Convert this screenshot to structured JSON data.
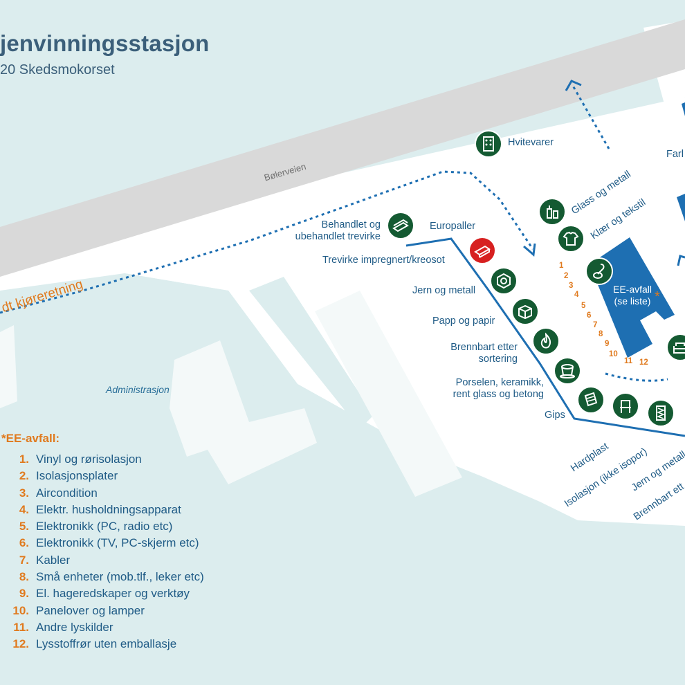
{
  "header": {
    "title": "jenvinningsstasjon",
    "subtitle": "20 Skedsmokorset"
  },
  "road": {
    "name": "Bølerveien"
  },
  "direction": {
    "label": "dt kjøreretning"
  },
  "buildings": {
    "administration": "Administrasjon",
    "ee_building": "EE-avfall\n(se liste)",
    "ee_star": "*"
  },
  "stations": {
    "hvitevarer": "Hvitevarer",
    "behandlet": "Behandlet og\nubehandlet trevirke",
    "europaller": "Europaller",
    "trevirke_impregnert": "Trevirke impregnert/kreosot",
    "jern_metall": "Jern og metall",
    "papp": "Papp og papir",
    "brennbart": "Brennbart etter\nsortering",
    "porselen": "Porselen, keramikk,\nrent glass og betong",
    "gips": "Gips",
    "glass_metall": "Glass og metall",
    "klaer": "Klær og tekstil",
    "farlig": "Farl",
    "hardplast": "Hardplast",
    "isolasjon": "Isolasjon (ikke isopor)",
    "jern_metall_2": "Jern og metall",
    "brennbart_2": "Brennbart ett"
  },
  "numbers": [
    "1",
    "2",
    "3",
    "4",
    "5",
    "6",
    "7",
    "8",
    "9",
    "10",
    "11",
    "12"
  ],
  "legend": {
    "star": "*",
    "title": "EE-avfall:",
    "items": [
      {
        "n": "1.",
        "text": "Vinyl og rørisolasjon"
      },
      {
        "n": "2.",
        "text": "Isolasjonsplater"
      },
      {
        "n": "3.",
        "text": "Aircondition"
      },
      {
        "n": "4.",
        "text": "Elektr. husholdningsapparat"
      },
      {
        "n": "5.",
        "text": "Elektronikk (PC, radio etc)"
      },
      {
        "n": "6.",
        "text": "Elektronikk (TV, PC-skjerm etc)"
      },
      {
        "n": "7.",
        "text": "Kabler"
      },
      {
        "n": "8.",
        "text": "Små enheter (mob.tlf., leker etc)"
      },
      {
        "n": "9.",
        "text": "El. hageredskaper og verktøy"
      },
      {
        "n": "10.",
        "text": "Panelover og lamper"
      },
      {
        "n": "11.",
        "text": "Andre lyskilder"
      },
      {
        "n": "12.",
        "text": "Lysstoffrør uten emballasje"
      }
    ]
  },
  "icons": [
    "fridge-icon",
    "lumber-icon",
    "pallet-icon",
    "metal-nut-icon",
    "cardboard-box-icon",
    "flame-icon",
    "cup-icon",
    "gypsum-board-icon",
    "bottles-icon",
    "tshirt-icon",
    "vacuum-icon",
    "chair-icon",
    "insulation-icon",
    "sofa-icon"
  ],
  "colors": {
    "water": "#dcedee",
    "land": "#ffffff",
    "road": "#d9d9d9",
    "building": "#1e6fb2",
    "icon": "#145a32",
    "icon_red": "#d72020",
    "accent": "#e07a1e",
    "text": "#1f5b86"
  }
}
